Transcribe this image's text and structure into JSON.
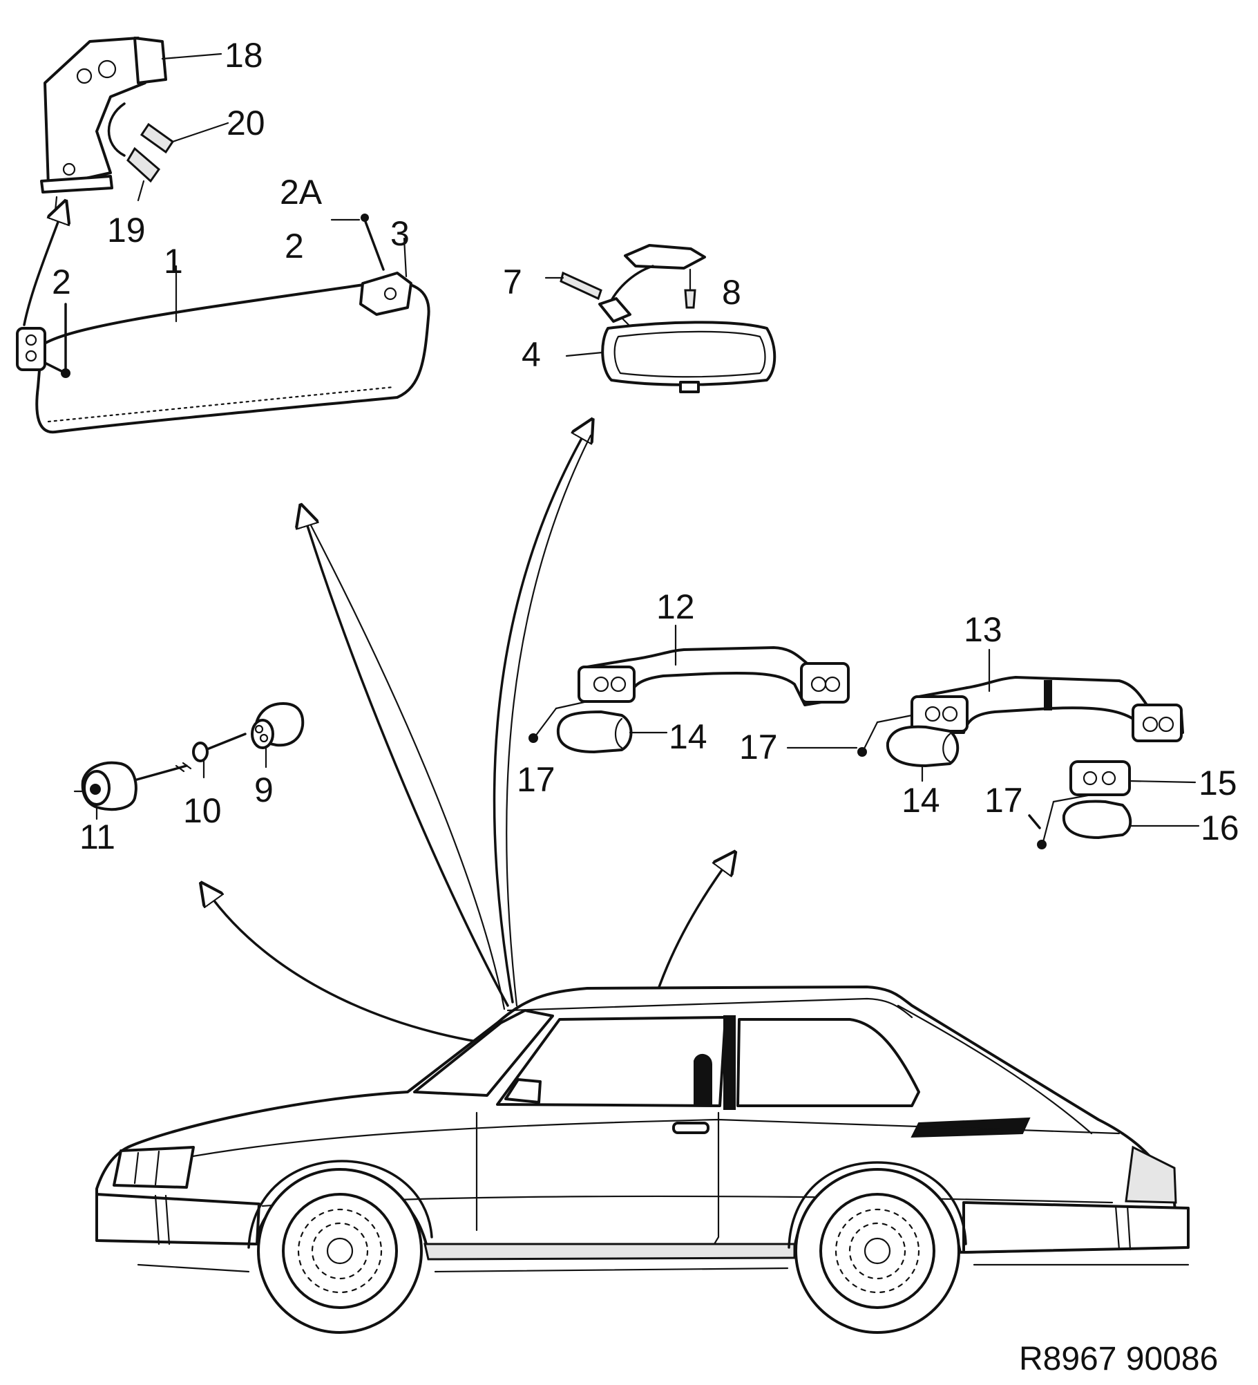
{
  "labels": {
    "l1": "1",
    "l2a": "2",
    "l2b": "2",
    "l2A": "2A",
    "l3": "3",
    "l4": "4",
    "l7": "7",
    "l8": "8",
    "l9": "9",
    "l10": "10",
    "l11": "11",
    "l12": "12",
    "l13": "13",
    "l14a": "14",
    "l14b": "14",
    "l15": "15",
    "l16": "16",
    "l17a": "17",
    "l17b": "17",
    "l17c": "17",
    "l18": "18",
    "l19": "19",
    "l20": "20"
  },
  "reference_code": "R8967  90086"
}
